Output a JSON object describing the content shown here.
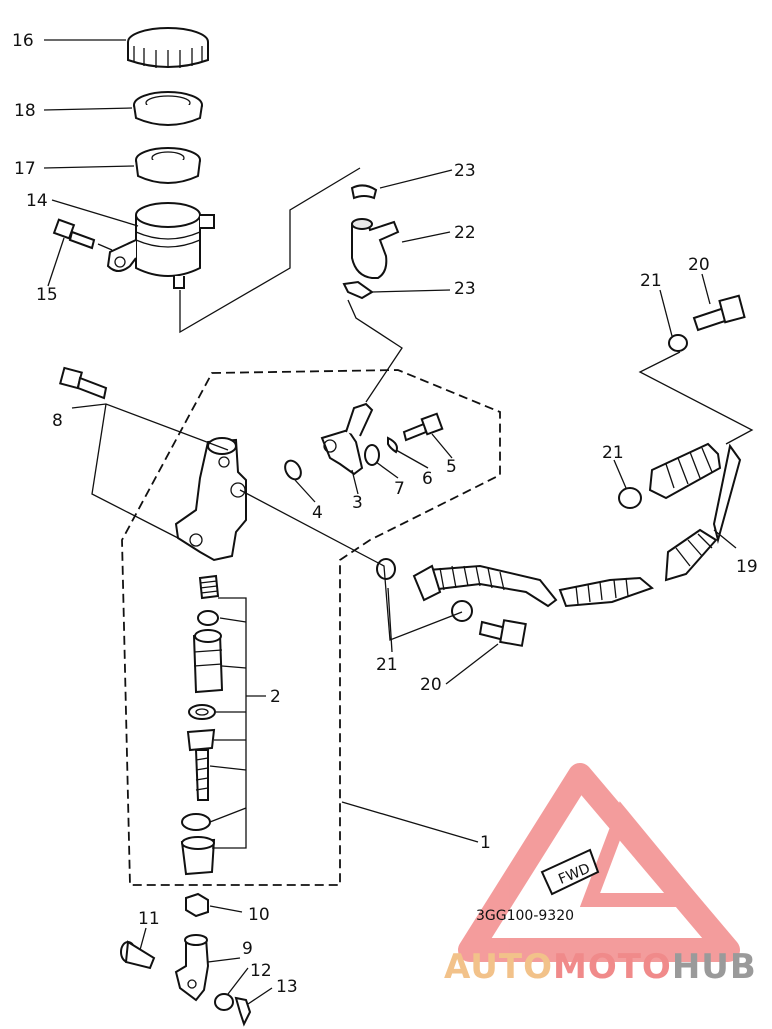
{
  "callouts": {
    "p1": "1",
    "p2": "2",
    "p3": "3",
    "p4": "4",
    "p5": "5",
    "p6": "6",
    "p7": "7",
    "p8": "8",
    "p9": "9",
    "p10": "10",
    "p11": "11",
    "p12": "12",
    "p13": "13",
    "p14": "14",
    "p15": "15",
    "p16": "16",
    "p17": "17",
    "p18": "18",
    "p19": "19",
    "p20a": "20",
    "p20b": "20",
    "p21a": "21",
    "p21b": "21",
    "p21c": "21",
    "p22": "22",
    "p23a": "23",
    "p23b": "23"
  },
  "fwd_label": "FWD",
  "diagram_code": "3GG100-9320",
  "watermark": {
    "part1": "AUTO",
    "part2": "MOTO",
    "part3": "HUB",
    "colors": {
      "auto": "#f2c28a",
      "moto": "#f08a8a",
      "hub": "#9a9a9a",
      "triangle": "#f28b8b"
    }
  }
}
